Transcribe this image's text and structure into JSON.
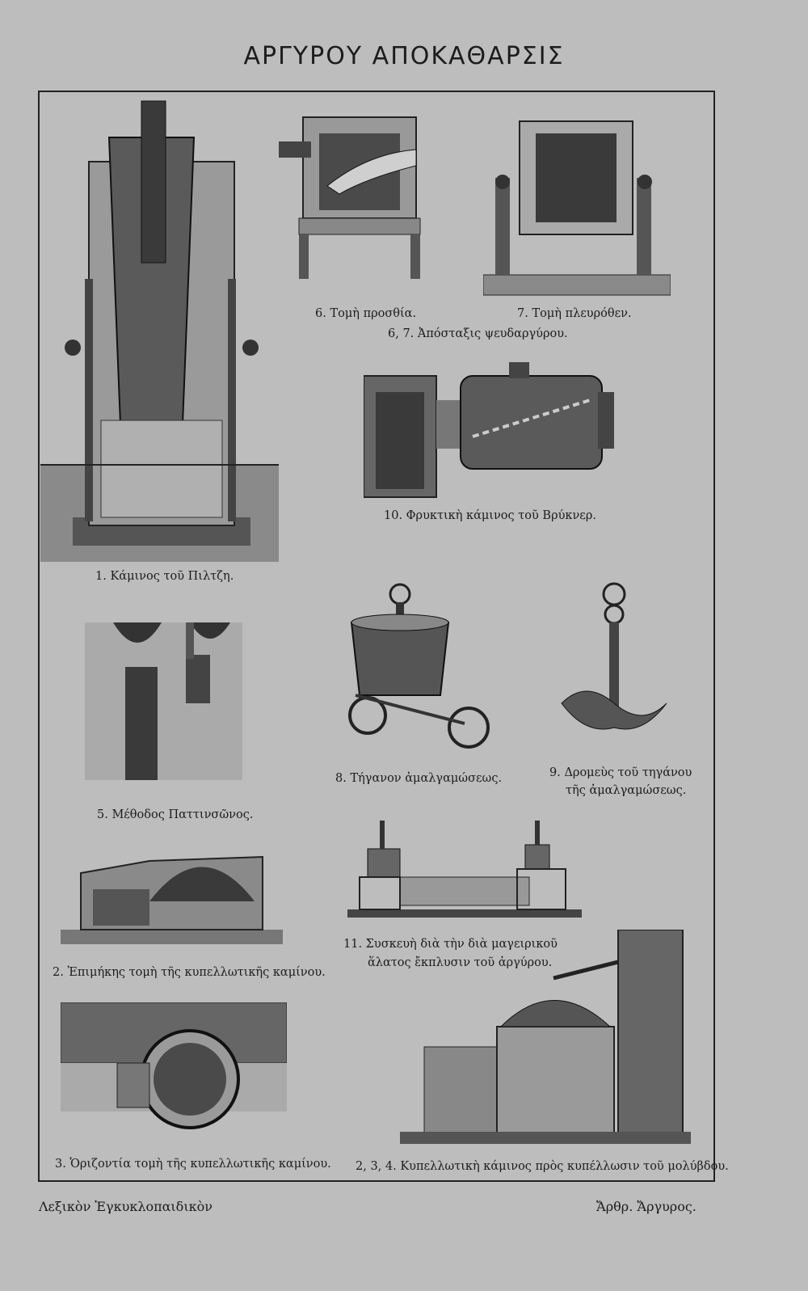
{
  "page_title": "ΑΡΓΥΡΟΥ ΑΠΟΚΑΘΑΡΣΙΣ",
  "captions": {
    "fig1": "1. Κάμινος τοῦ Πιλτζη.",
    "fig6": "6. Τομὴ προσθία.",
    "fig7": "7. Τομὴ πλευρόθεν.",
    "fig6_7": "6, 7. Ἀπόσταξις ψευδαργύρου.",
    "fig10": "10. Φρυκτικὴ κάμινος τοῦ Βρύκνερ.",
    "fig8": "8. Τήγανον ἀμαλγαμώσεως.",
    "fig9_line1": "9. Δρομεὺς τοῦ τηγάνου",
    "fig9_line2": "τῆς ἀμαλγαμώσεως.",
    "fig5": "5. Μέθοδος Παττινσῶνος.",
    "fig2": "2. Ἐπιμήκης τομὴ τῆς κυπελλωτικῆς καμίνου.",
    "fig11_line1": "11. Συσκευὴ διὰ τὴν διὰ μαγειρικοῦ",
    "fig11_line2": "ἅλατος ἔκπλυσιν τοῦ ἀργύρου.",
    "fig3": "3. Ὁριζοντία τομὴ τῆς κυπελλωτικῆς καμίνου.",
    "fig2_3_4": "2, 3, 4. Κυπελλωτικὴ κάμινος πρὸς κυπέλλωσιν τοῦ μολύβδου."
  },
  "footer": {
    "left": "Λεξικὸν Ἐγκυκλοπαιδικὸν",
    "right": "Ἄρθρ. Ἄργυρος."
  }
}
